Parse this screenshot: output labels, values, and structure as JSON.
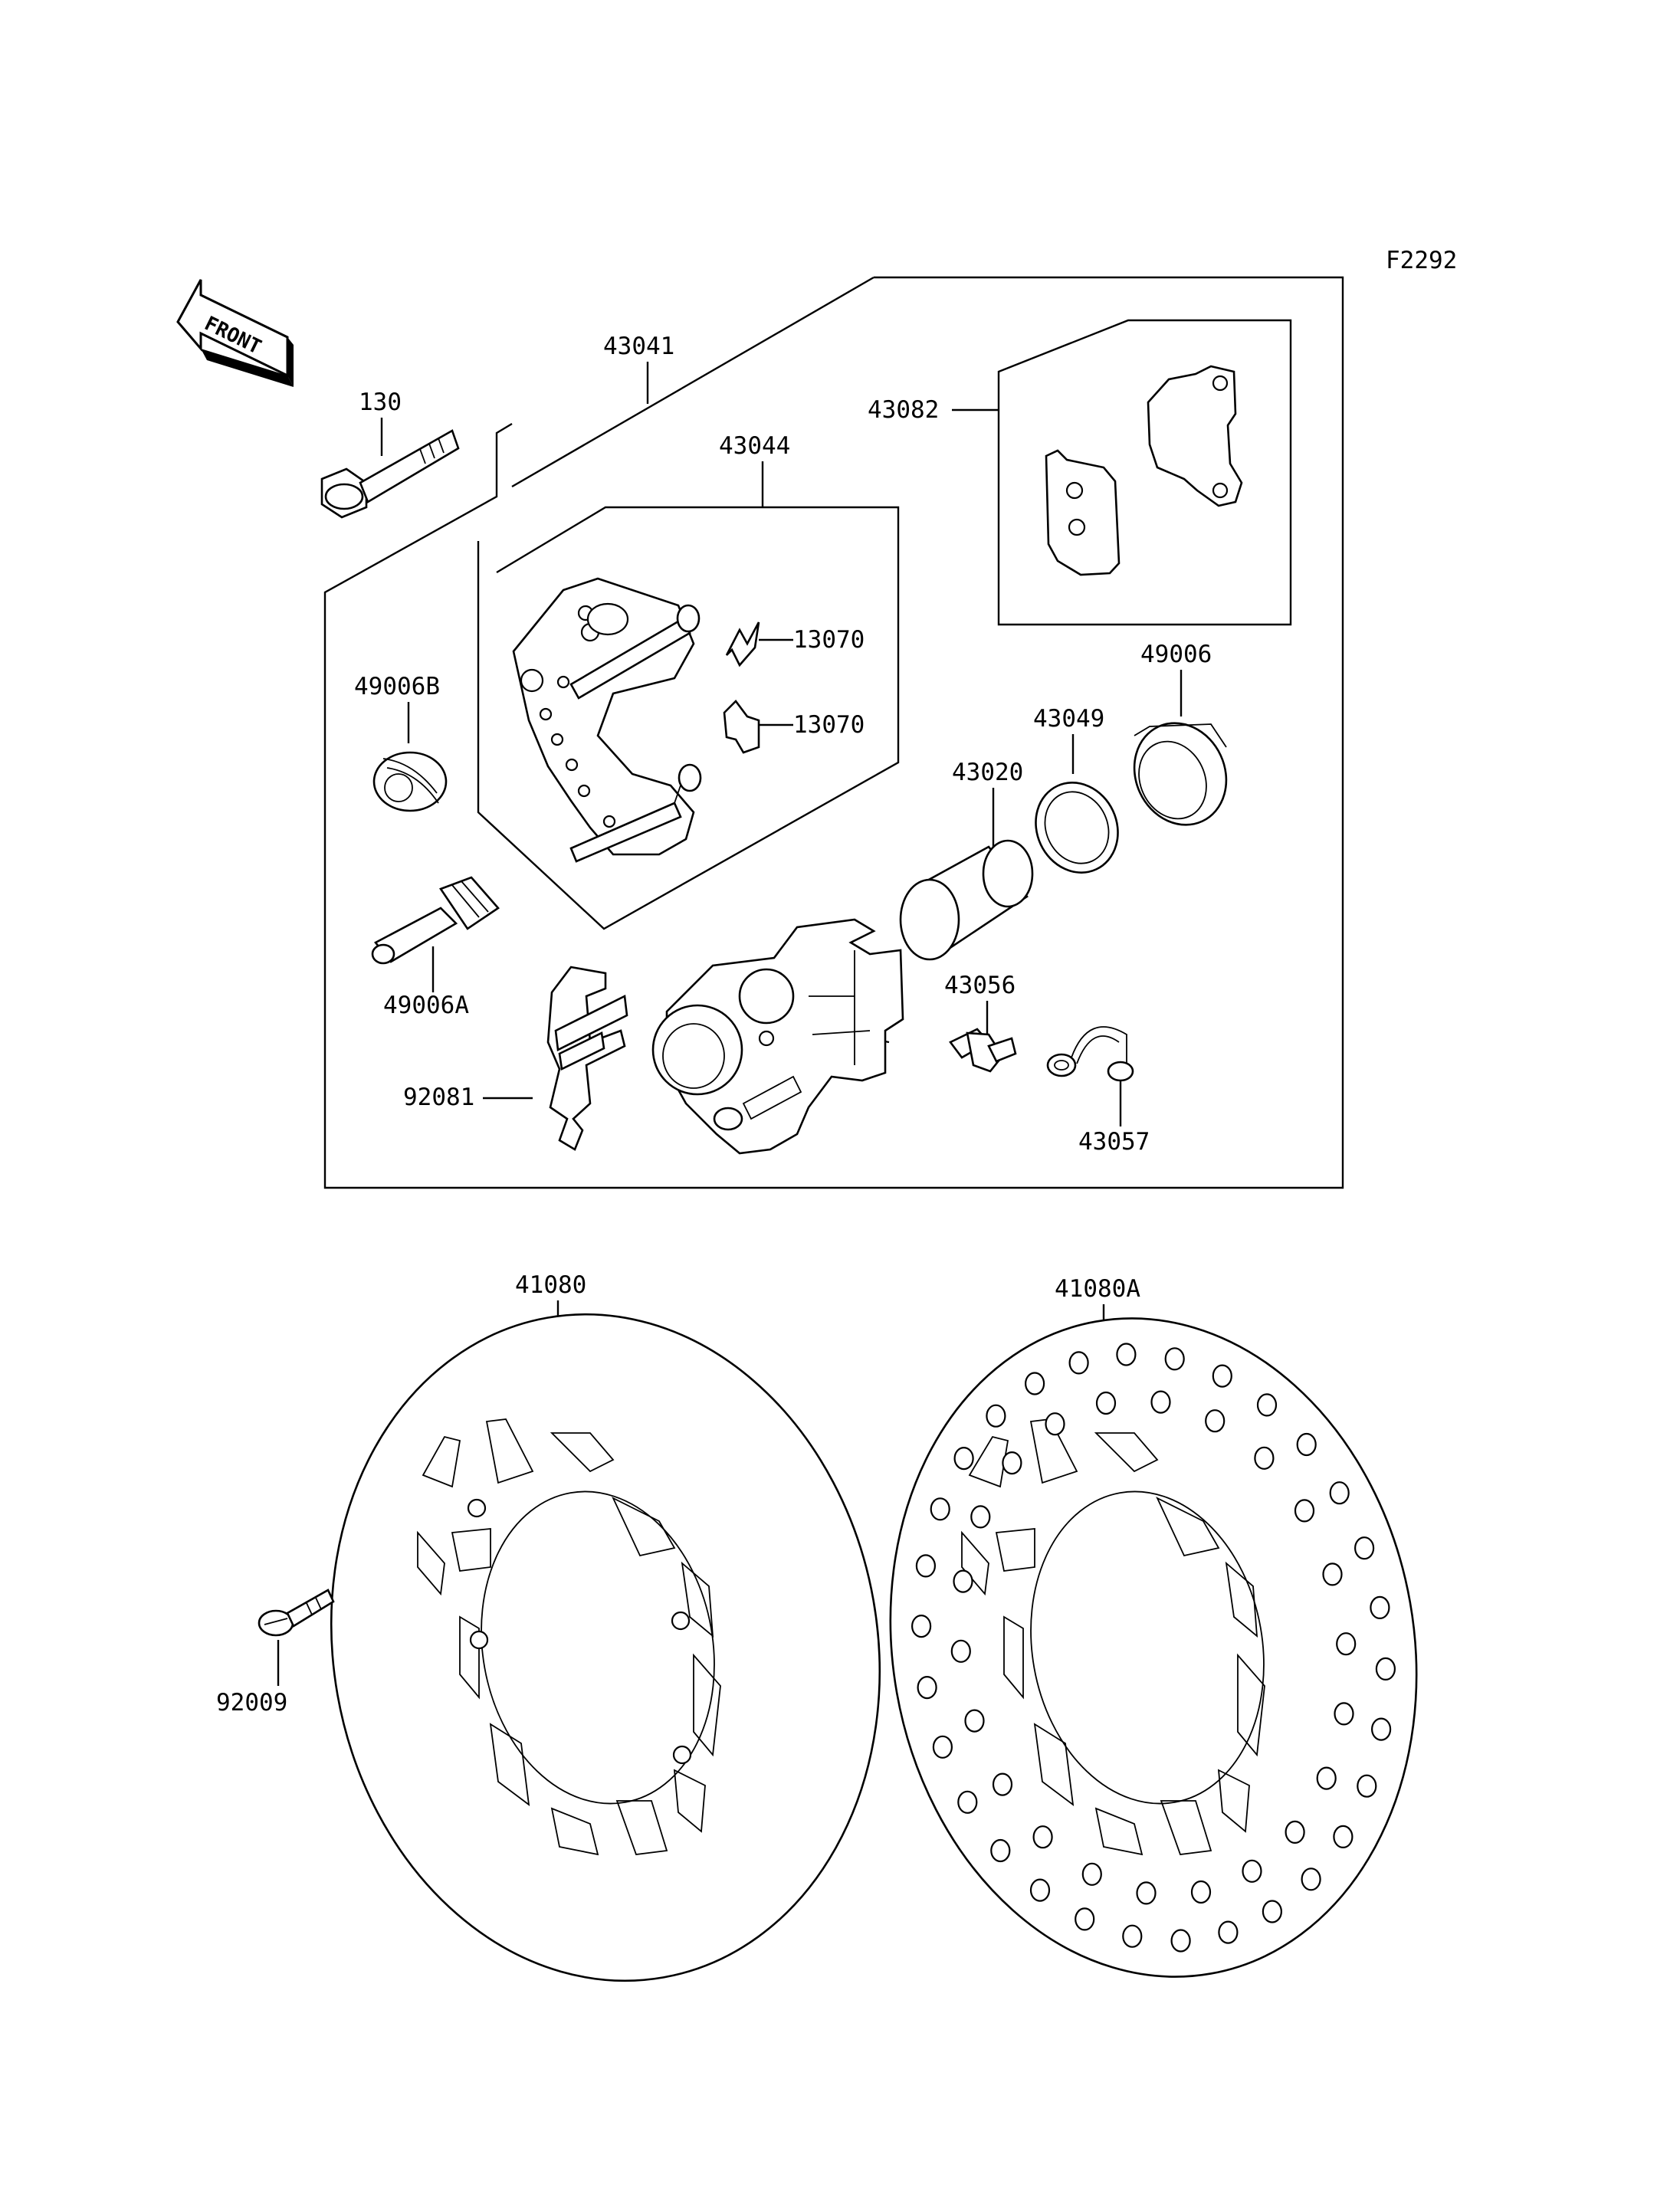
{
  "figure_id": "F2292",
  "front_label": "FRONT",
  "parts": {
    "bolt": "130",
    "caliper_assy": "43041",
    "bracket_assy": "43044",
    "pad_set": "43082",
    "spring_a": "13070",
    "spring_b": "13070",
    "boot_b": "49006B",
    "seal_main": "49006",
    "piston_seal": "43049",
    "piston": "43020",
    "pin_boot": "49006A",
    "bleed_valve": "43056",
    "bleed_cap": "43057",
    "pad_spring": "92081",
    "disc": "41080",
    "disc_alt": "41080A",
    "disc_screw": "92009"
  }
}
